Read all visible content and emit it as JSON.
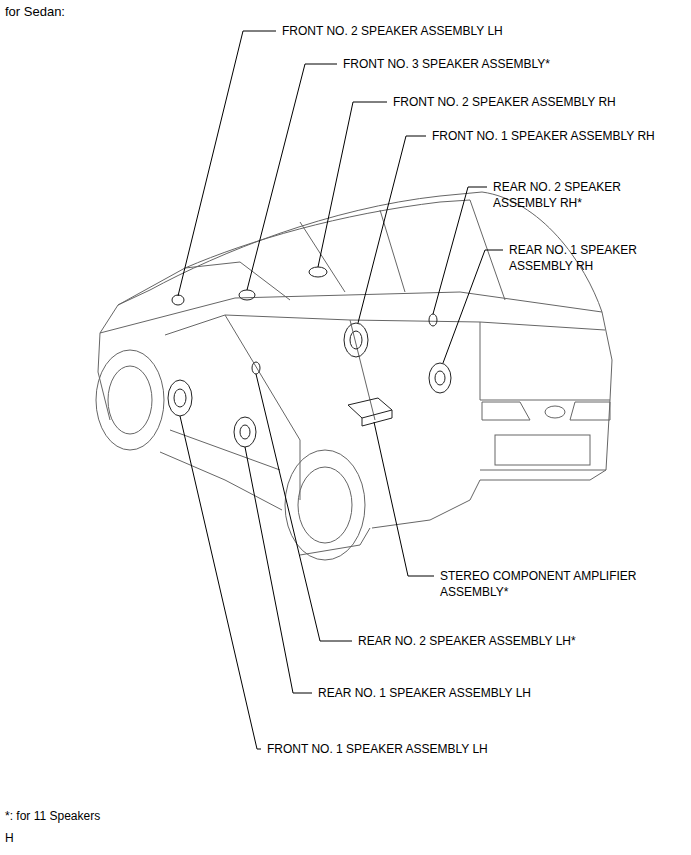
{
  "diagram": {
    "title": "for Sedan:",
    "labels": [
      "FRONT NO. 2 SPEAKER ASSEMBLY LH",
      "FRONT NO. 3 SPEAKER ASSEMBLY*",
      "FRONT NO. 2 SPEAKER ASSEMBLY RH",
      "FRONT NO. 1 SPEAKER ASSEMBLY RH",
      "REAR NO. 2 SPEAKER ASSEMBLY RH*",
      "REAR NO. 1 SPEAKER ASSEMBLY RH",
      "STEREO COMPONENT AMPLIFIER ASSEMBLY*",
      "REAR NO. 2 SPEAKER ASSEMBLY LH*",
      "REAR NO. 1 SPEAKER ASSEMBLY LH",
      "FRONT NO. 1 SPEAKER ASSEMBLY LH",
      "*: for 11 Speakers",
      "H"
    ]
  }
}
